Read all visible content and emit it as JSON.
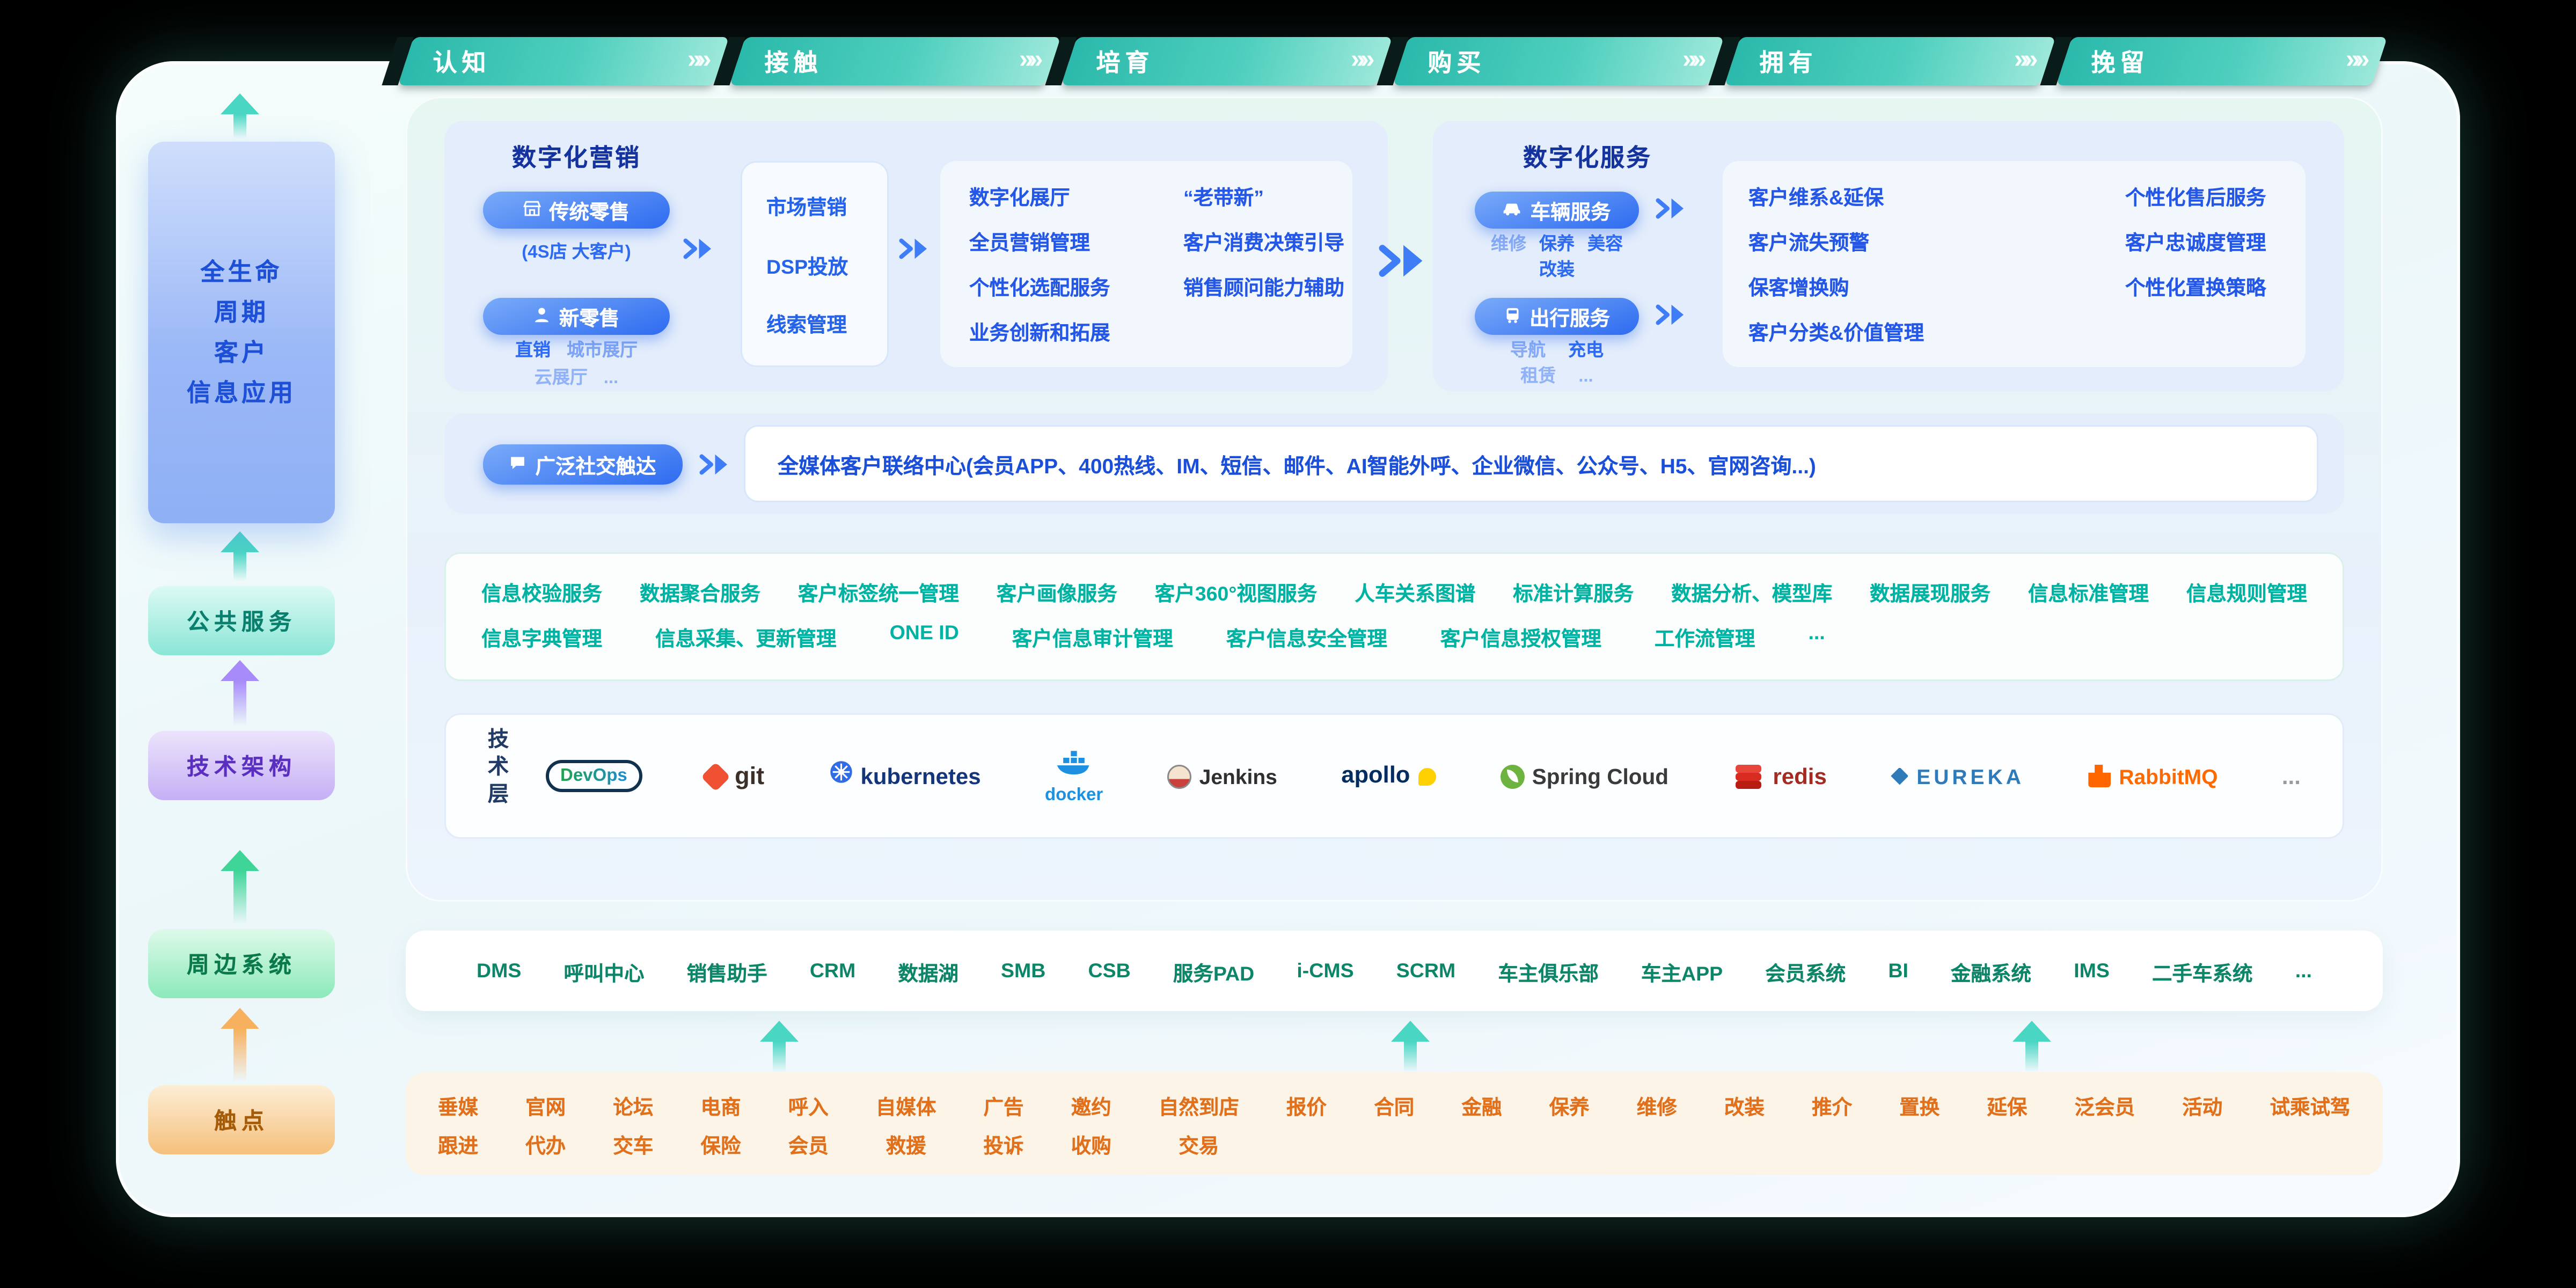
{
  "icons": {
    "chevrons": "»»"
  },
  "stages": [
    "认知",
    "接触",
    "培育",
    "购买",
    "拥有",
    "挽留"
  ],
  "sidebar": {
    "lifecycle_lines": [
      "全生命",
      "周期",
      "客户",
      "信息应用"
    ],
    "public_service": "公共服务",
    "tech_architecture": "技术架构",
    "peripheral_systems": "周边系统",
    "touchpoints": "触点"
  },
  "marketing": {
    "title": "数字化营销",
    "traditional_retail": "传统零售",
    "traditional_note": "(4S店 大客户)",
    "new_retail": "新零售",
    "new_retail_subs_row1": [
      "直销",
      "城市展厅"
    ],
    "new_retail_subs_row2": [
      "云展厅",
      "..."
    ],
    "funnel": [
      "市场营销",
      "DSP投放",
      "线索管理"
    ],
    "capabilities_col1": [
      "数字化展厅",
      "全员营销管理",
      "个性化选配服务",
      "业务创新和拓展"
    ],
    "capabilities_col2": [
      "“老带新”",
      "客户消费决策引导",
      "销售顾问能力辅助"
    ]
  },
  "service": {
    "title": "数字化服务",
    "vehicle": "车辆服务",
    "vehicle_subs_row1": [
      "维修",
      "保养",
      "美容"
    ],
    "vehicle_subs_row2": [
      "改装"
    ],
    "travel": "出行服务",
    "travel_subs_row1": [
      "导航",
      "充电"
    ],
    "travel_subs_row2": [
      "租赁",
      "..."
    ],
    "capabilities_col1": [
      "客户维系&延保",
      "客户流失预警",
      "保客增换购",
      "客户分类&价值管理"
    ],
    "capabilities_col2": [
      "个性化售后服务",
      "客户忠诚度管理",
      "个性化置换策略"
    ]
  },
  "social": {
    "label": "广泛社交触达",
    "text": "全媒体客户联络中心(会员APP、400热线、IM、短信、邮件、AI智能外呼、企业微信、公众号、H5、官网咨询...)"
  },
  "public_services": {
    "row1": [
      "信息校验服务",
      "数据聚合服务",
      "客户标签统一管理",
      "客户画像服务",
      "客户360°视图服务",
      "人车关系图谱",
      "标准计算服务",
      "数据分析、模型库",
      "数据展现服务",
      "信息标准管理",
      "信息规则管理"
    ],
    "row2": [
      "信息字典管理",
      "信息采集、更新管理",
      "ONE ID",
      "客户信息审计管理",
      "客户信息安全管理",
      "客户信息授权管理",
      "工作流管理",
      "..."
    ]
  },
  "tech": {
    "label": "技术层",
    "logos": [
      "DevOps",
      "git",
      "kubernetes",
      "docker",
      "Jenkins",
      "apollo",
      "Spring Cloud",
      "redis",
      "EUREKA",
      "RabbitMQ",
      "..."
    ]
  },
  "peripheral_systems": [
    "DMS",
    "呼叫中心",
    "销售助手",
    "CRM",
    "数据湖",
    "SMB",
    "CSB",
    "服务PAD",
    "i-CMS",
    "SCRM",
    "车主俱乐部",
    "车主APP",
    "会员系统",
    "BI",
    "金融系统",
    "IMS",
    "二手车系统",
    "..."
  ],
  "touchpoints": {
    "row1": [
      "垂媒",
      "官网",
      "论坛",
      "电商",
      "呼入",
      "自媒体",
      "广告",
      "邀约",
      "自然到店",
      "报价",
      "合同",
      "金融",
      "保养",
      "维修",
      "改装",
      "推介",
      "置换",
      "延保",
      "泛会员",
      "活动",
      "试乘试驾"
    ],
    "row2": [
      "跟进",
      "代办",
      "交车",
      "保险",
      "会员",
      "救援",
      "投诉",
      "收购",
      "交易"
    ]
  }
}
